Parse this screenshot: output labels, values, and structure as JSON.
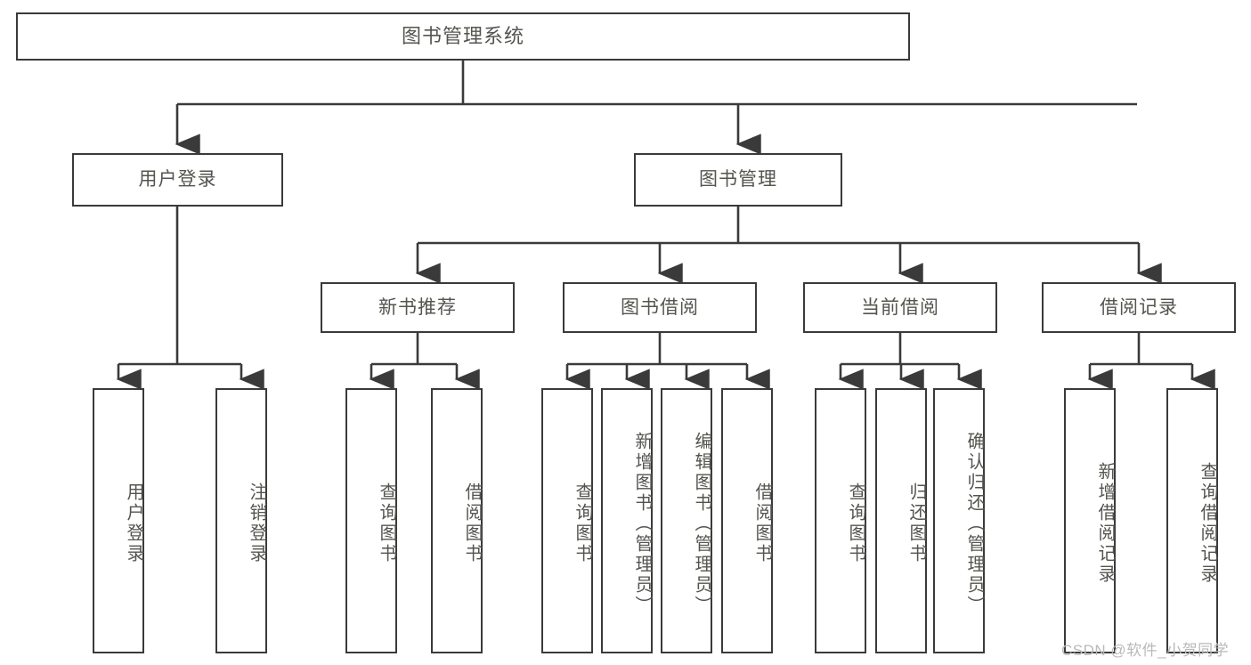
{
  "diagram": {
    "title_node": {
      "label": "图书管理系统"
    },
    "level1": [
      {
        "label": "用户登录"
      },
      {
        "label": "图书管理"
      }
    ],
    "level2": [
      {
        "label": "新书推荐"
      },
      {
        "label": "图书借阅"
      },
      {
        "label": "当前借阅"
      },
      {
        "label": "借阅记录"
      }
    ],
    "leaves": {
      "user_login": [
        {
          "label": "用户登录"
        },
        {
          "label": "注销登录"
        }
      ],
      "new_book_recommend": [
        {
          "label": "查询图书"
        },
        {
          "label": "借阅图书"
        }
      ],
      "book_borrow": [
        {
          "label": "查询图书"
        },
        {
          "label": "新增图书（管理员）"
        },
        {
          "label": "编辑图书（管理员）"
        },
        {
          "label": "借阅图书"
        }
      ],
      "current_borrow": [
        {
          "label": "查询图书"
        },
        {
          "label": "归还图书"
        },
        {
          "label": "确认归还（管理员）"
        }
      ],
      "borrow_record": [
        {
          "label": "新增借阅记录"
        },
        {
          "label": "查询借阅记录"
        }
      ]
    }
  },
  "watermark": {
    "text": "CSDN @软件_小贺同学"
  },
  "colors": {
    "stroke": "#3a3a3a",
    "text": "#55544f",
    "background": "#ffffff",
    "watermark": "#b9b9b9"
  }
}
